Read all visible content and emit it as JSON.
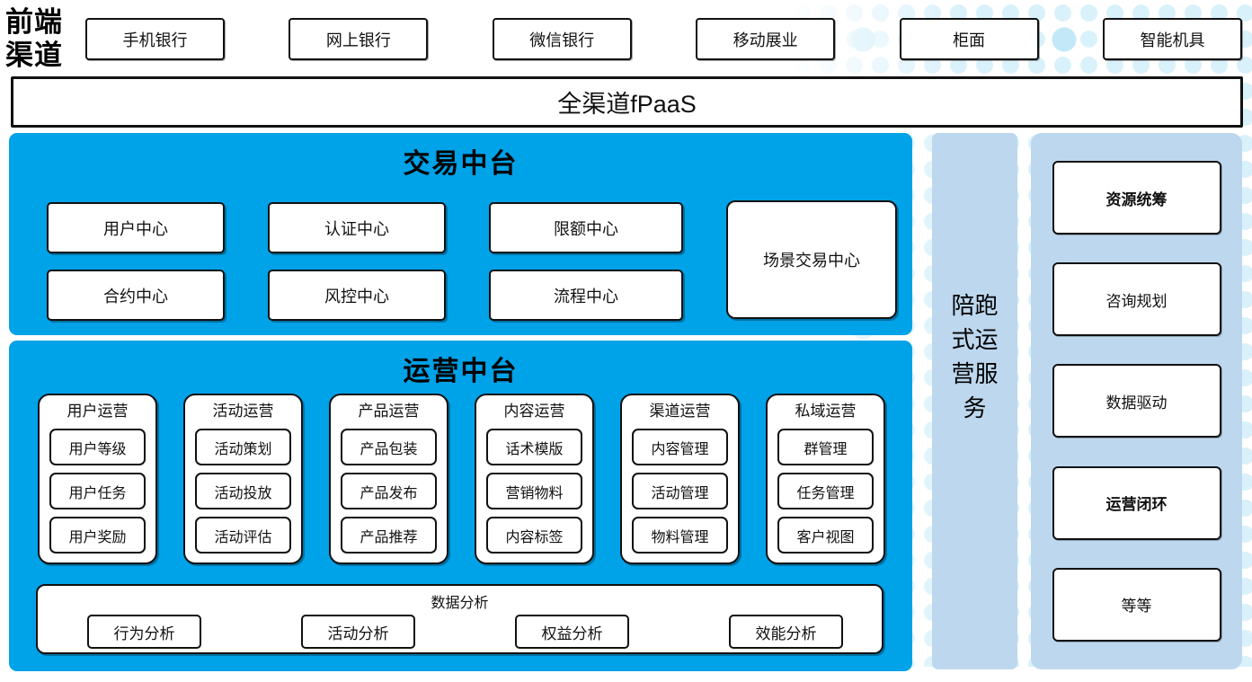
{
  "front_channels": {
    "label": "前端渠道",
    "items": [
      "手机银行",
      "网上银行",
      "微信银行",
      "移动展业",
      "柜面",
      "智能机具"
    ]
  },
  "fpaas_bar": {
    "label": "全渠道fPaaS"
  },
  "transaction_platform": {
    "title": "交易中台",
    "centers": [
      "用户中心",
      "认证中心",
      "限额中心",
      "合约中心",
      "风控中心",
      "流程中心"
    ],
    "scene_center": "场景交易中心"
  },
  "operation_platform": {
    "title": "运营中台",
    "groups": [
      {
        "title": "用户运营",
        "items": [
          "用户等级",
          "用户任务",
          "用户奖励"
        ]
      },
      {
        "title": "活动运营",
        "items": [
          "活动策划",
          "活动投放",
          "活动评估"
        ]
      },
      {
        "title": "产品运营",
        "items": [
          "产品包装",
          "产品发布",
          "产品推荐"
        ]
      },
      {
        "title": "内容运营",
        "items": [
          "话术模版",
          "营销物料",
          "内容标签"
        ]
      },
      {
        "title": "渠道运营",
        "items": [
          "内容管理",
          "活动管理",
          "物料管理"
        ]
      },
      {
        "title": "私域运营",
        "items": [
          "群管理",
          "任务管理",
          "客户视图"
        ]
      }
    ],
    "data_analysis": {
      "title": "数据分析",
      "items": [
        "行为分析",
        "活动分析",
        "权益分析",
        "效能分析"
      ]
    }
  },
  "side_bar": {
    "label": "陪跑式运营服务"
  },
  "service_panel": {
    "items": [
      {
        "label": "资源统筹",
        "bold": true
      },
      {
        "label": "咨询规划",
        "bold": false
      },
      {
        "label": "数据驱动",
        "bold": false
      },
      {
        "label": "运营闭环",
        "bold": true
      },
      {
        "label": "等等",
        "bold": false
      }
    ]
  },
  "colors": {
    "accent_blue": "#00A2E8",
    "light_blue": "#BDD7EE",
    "dot_color": "#D9F1FB",
    "border": "#111111"
  }
}
